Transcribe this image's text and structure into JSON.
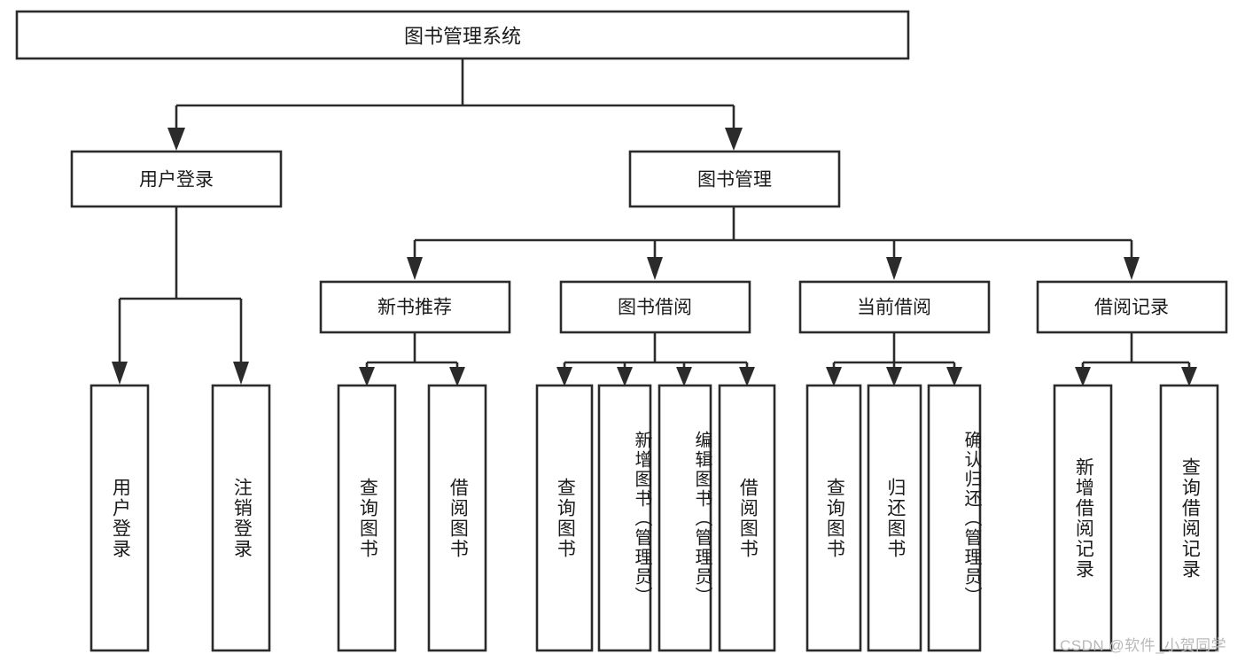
{
  "diagram": {
    "type": "tree-hierarchy",
    "title": "图书管理系统",
    "orientation": "top-down",
    "watermark": "CSDN @软件_小贺同学",
    "colors": {
      "stroke": "#2b2b2b",
      "fill": "#ffffff",
      "text": "#1b1b1b",
      "watermark": "#b9b9b9"
    },
    "root": {
      "label": "图书管理系统"
    },
    "level1": [
      {
        "label": "用户登录"
      },
      {
        "label": "图书管理"
      }
    ],
    "level2": [
      {
        "label": "新书推荐"
      },
      {
        "label": "图书借阅"
      },
      {
        "label": "当前借阅"
      },
      {
        "label": "借阅记录"
      }
    ],
    "leaves": {
      "user_login": [
        {
          "label": "用户登录"
        },
        {
          "label": "注销登录"
        }
      ],
      "new_book": [
        {
          "label": "查询图书"
        },
        {
          "label": "借阅图书"
        }
      ],
      "book_borrow": [
        {
          "label": "查询图书"
        },
        {
          "label": "新增图书（管理员）"
        },
        {
          "label": "编辑图书（管理员）"
        },
        {
          "label": "借阅图书"
        }
      ],
      "current_borrow": [
        {
          "label": "查询图书"
        },
        {
          "label": "归还图书"
        },
        {
          "label": "确认归还（管理员）"
        }
      ],
      "borrow_record": [
        {
          "label": "新增借阅记录"
        },
        {
          "label": "查询借阅记录"
        }
      ]
    }
  }
}
